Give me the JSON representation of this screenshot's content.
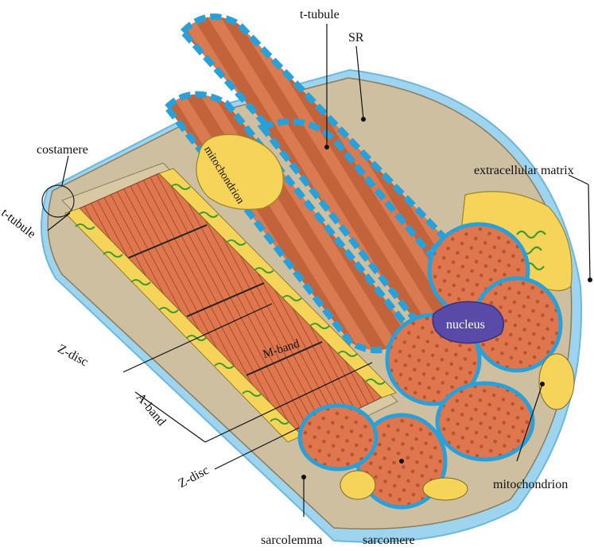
{
  "labels": {
    "t_tubule_top": "t-tubule",
    "sr": "SR",
    "costamere": "costamere",
    "t_tubule_left": "t-tubule",
    "mitochondrion_inner": "mitochondrion",
    "extracellular_matrix": "extracellular matrix",
    "nucleus": "nucleus",
    "m_band": "M-band",
    "z_disc_upper": "Z-disc",
    "a_band": "A-band",
    "z_disc_lower": "Z-disc",
    "mitochondrion_bottom": "mitochondrion",
    "sarcolemma": "sarcolemma",
    "sarcomere": "sarcomere"
  },
  "colors": {
    "extracellular": "#9fd4ef",
    "cytoplasm": "#cdbf9f",
    "myofibril": "#e0764e",
    "myofibril_dark": "#b4552f",
    "sr_network": "#2aa0d9",
    "mitochondrion": "#f6d45a",
    "cristae": "#5cb84a",
    "nucleus": "#5a4aa8",
    "line": "#111111"
  }
}
